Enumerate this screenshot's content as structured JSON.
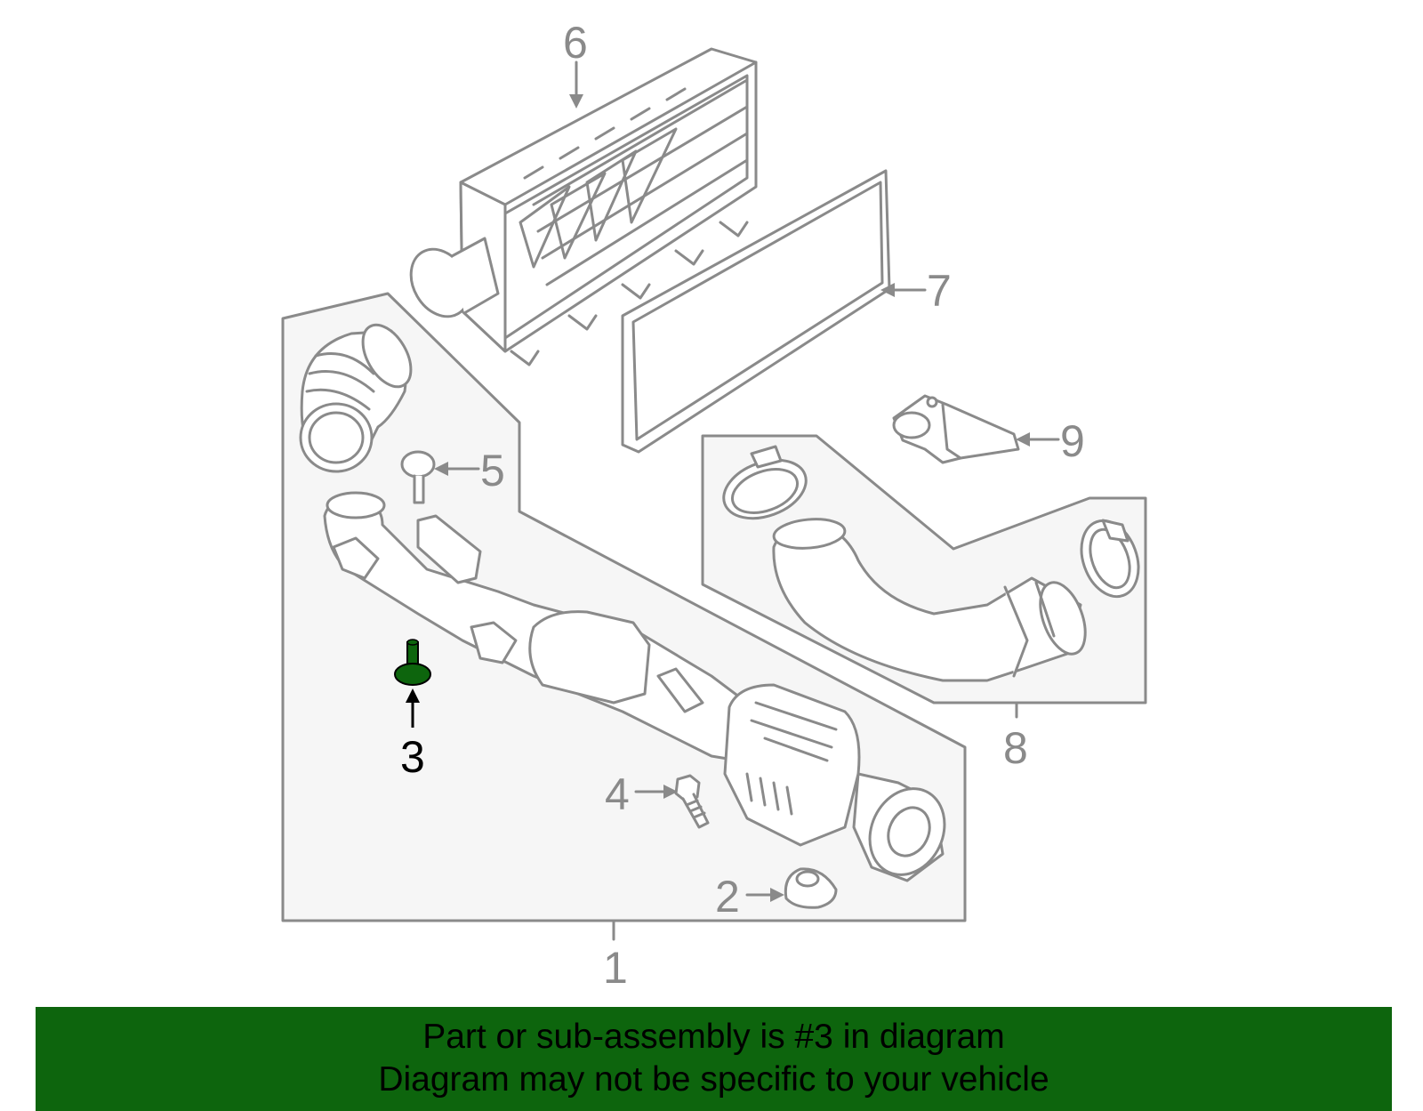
{
  "colors": {
    "line": "#8a8a8a",
    "box_fill": "#f6f6f6",
    "highlight": "#0d650d",
    "banner_bg": "#0d650d",
    "text_dark": "#000000"
  },
  "callouts": {
    "c1": "1",
    "c2": "2",
    "c3": "3",
    "c4": "4",
    "c5": "5",
    "c6": "6",
    "c7": "7",
    "c8": "8",
    "c9": "9"
  },
  "highlighted_part": "3",
  "banner": {
    "line1": "Part or sub-assembly is #3 in diagram",
    "line2": "Diagram may not be specific to your vehicle"
  }
}
